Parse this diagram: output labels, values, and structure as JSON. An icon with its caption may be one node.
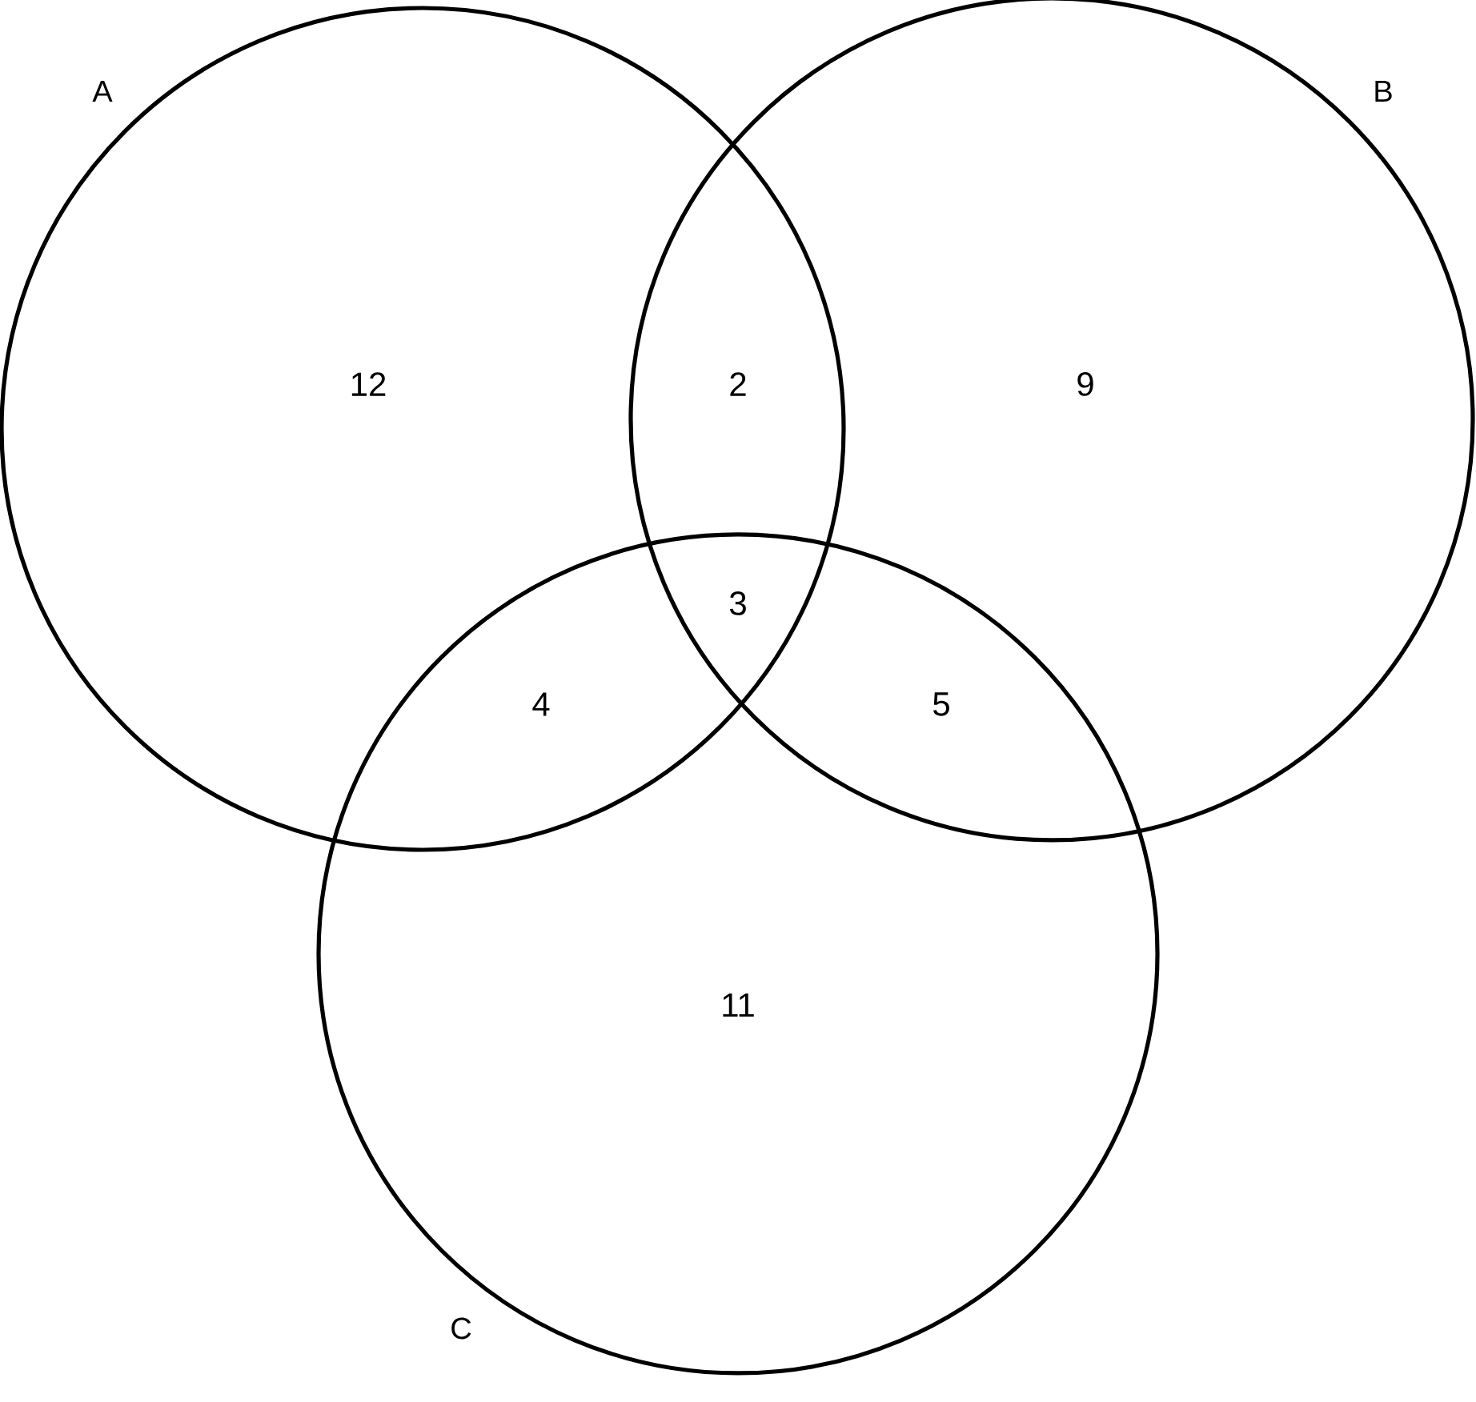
{
  "diagram": {
    "nodes": [
      {
        "text": [
          "A"
        ]
      },
      {
        "text": [
          "B"
        ]
      },
      {
        "text": [
          "C"
        ]
      }
    ],
    "labels": [
      "12",
      "2",
      "9",
      "3",
      "4",
      "5",
      "11"
    ]
  }
}
